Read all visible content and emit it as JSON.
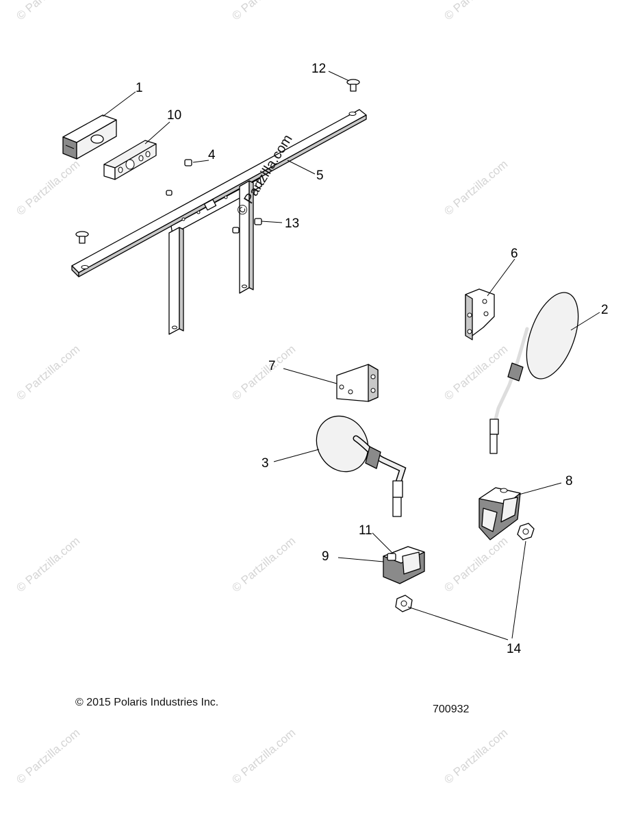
{
  "watermark": {
    "text": "© Partzilla.com",
    "center_text": "© Partzilla.com"
  },
  "callouts": {
    "c1": "1",
    "c2": "2",
    "c3": "3",
    "c4": "4",
    "c5": "5",
    "c6": "6",
    "c7": "7",
    "c8": "8",
    "c9": "9",
    "c10": "10",
    "c11": "11",
    "c12": "12",
    "c13": "13",
    "c14": "14"
  },
  "footer": {
    "copyright": "© 2015 Polaris Industries Inc.",
    "diagram_number": "700932"
  }
}
